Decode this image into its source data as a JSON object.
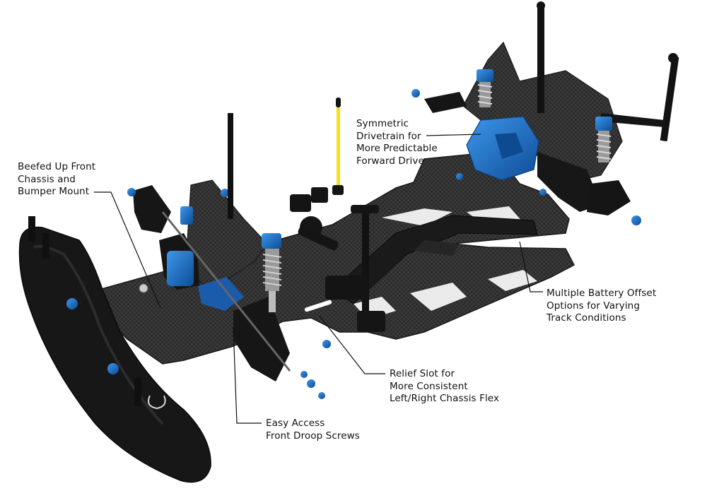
{
  "callouts": {
    "front_chassis": [
      "Beefed Up Front",
      "Chassis and",
      "Bumper Mount"
    ],
    "drivetrain": [
      "Symmetric",
      "Drivetrain for",
      "More Predictable",
      "Forward Drive"
    ],
    "battery": [
      "Multiple Battery Offset",
      "Options for Varying",
      "Track Conditions"
    ],
    "relief_slot": [
      "Relief Slot for",
      "More Consistent",
      "Left/Right Chassis Flex"
    ],
    "droop_screws": [
      "Easy Access",
      "Front Droop Screws"
    ]
  },
  "colors": {
    "carbon_fiber": "#2a2a2a",
    "anodized_blue": "#1f6fc4",
    "black_plastic": "#141414",
    "yellow_antenna": "#f2e21a",
    "leader_line": "#111111"
  }
}
